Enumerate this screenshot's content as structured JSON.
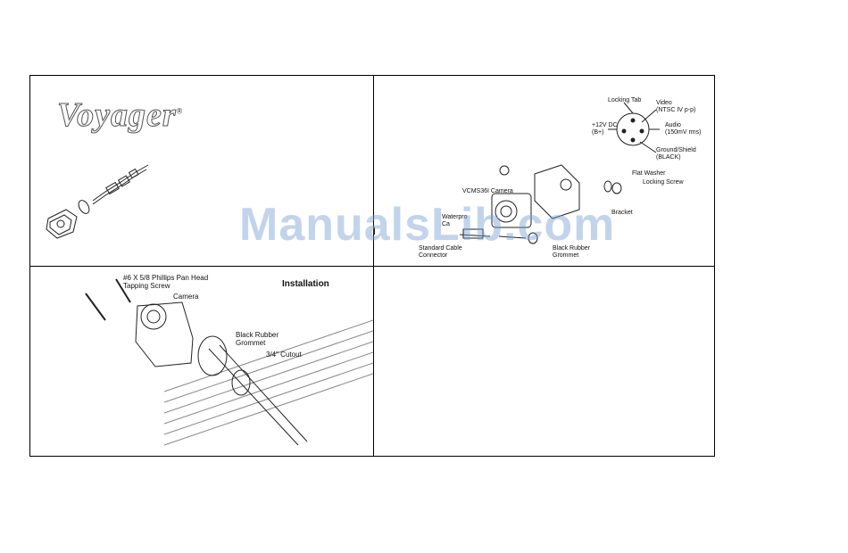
{
  "brand": {
    "logo_text": "Voyager",
    "registered": "®"
  },
  "panel_top_right": {
    "labels": {
      "locking_tab": "Locking Tab",
      "video": "Video\n(NTSC IV p-p)",
      "power": "+12V DC\n(B+)",
      "audio": "Audio\n(150mV rms)",
      "ground": "Ground/Shield\n(BLACK)",
      "flat_washer": "Flat Washer",
      "locking_screw": "Locking Screw",
      "camera_model": "VCMS36I Camera",
      "bracket": "Bracket",
      "waterproof_cap": "Waterpro\nCa",
      "standard_cable": "Standard Cable\nConnector",
      "grommet": "Black Rubber\nGrommet"
    }
  },
  "panel_bottom_left": {
    "title": "Installation",
    "labels": {
      "screw": "#6 X 5/8 Phillips Pan Head\nTapping Screw",
      "camera": "Camera",
      "grommet": "Black Rubber\nGrommet",
      "cutout": "3/4\" Cutout"
    }
  },
  "watermark": "ManualsLib.com"
}
